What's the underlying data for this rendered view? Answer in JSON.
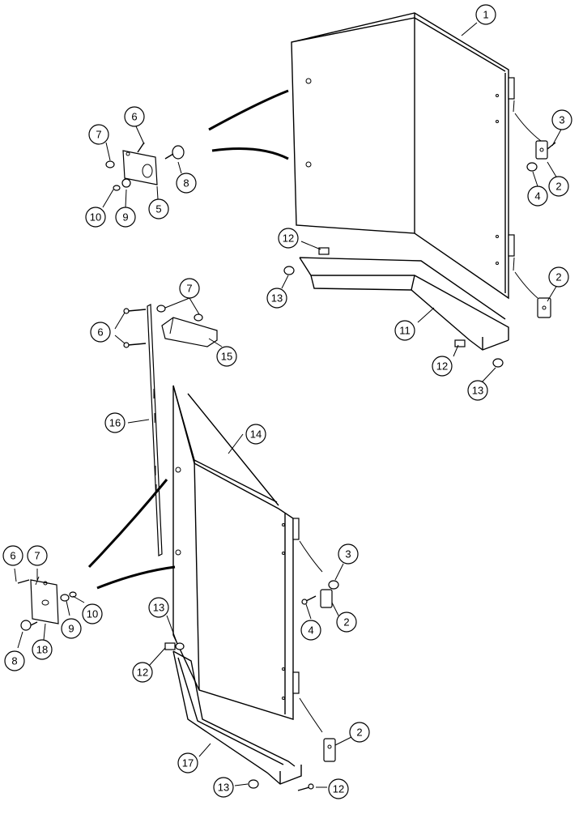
{
  "callouts": [
    {
      "id": "c1-top-panel",
      "label": "1"
    },
    {
      "id": "c3-top",
      "label": "3"
    },
    {
      "id": "c2-top-a",
      "label": "2"
    },
    {
      "id": "c4-top",
      "label": "4"
    },
    {
      "id": "c2-top-b",
      "label": "2"
    },
    {
      "id": "c6-top",
      "label": "6"
    },
    {
      "id": "c7-top",
      "label": "7"
    },
    {
      "id": "c8-top",
      "label": "8"
    },
    {
      "id": "c5-top",
      "label": "5"
    },
    {
      "id": "c10-top",
      "label": "10"
    },
    {
      "id": "c9-top",
      "label": "9"
    },
    {
      "id": "c12-top-a",
      "label": "12"
    },
    {
      "id": "c13-top-a",
      "label": "13"
    },
    {
      "id": "c11-top",
      "label": "11"
    },
    {
      "id": "c12-top-b",
      "label": "12"
    },
    {
      "id": "c13-top-b",
      "label": "13"
    },
    {
      "id": "c7-mid",
      "label": "7"
    },
    {
      "id": "c6-mid",
      "label": "6"
    },
    {
      "id": "c15-mid",
      "label": "15"
    },
    {
      "id": "c16-mid",
      "label": "16"
    },
    {
      "id": "c14-lower-panel",
      "label": "14"
    },
    {
      "id": "c6-low",
      "label": "6"
    },
    {
      "id": "c7-low",
      "label": "7"
    },
    {
      "id": "c3-low",
      "label": "3"
    },
    {
      "id": "c4-low",
      "label": "4"
    },
    {
      "id": "c2-low-a",
      "label": "2"
    },
    {
      "id": "c10-low",
      "label": "10"
    },
    {
      "id": "c9-low",
      "label": "9"
    },
    {
      "id": "c8-low",
      "label": "8"
    },
    {
      "id": "c18-low",
      "label": "18"
    },
    {
      "id": "c13-low-a",
      "label": "13"
    },
    {
      "id": "c12-low-a",
      "label": "12"
    },
    {
      "id": "c2-low-b",
      "label": "2"
    },
    {
      "id": "c17-low",
      "label": "17"
    },
    {
      "id": "c13-low-b",
      "label": "13"
    },
    {
      "id": "c12-low-b",
      "label": "12"
    }
  ]
}
